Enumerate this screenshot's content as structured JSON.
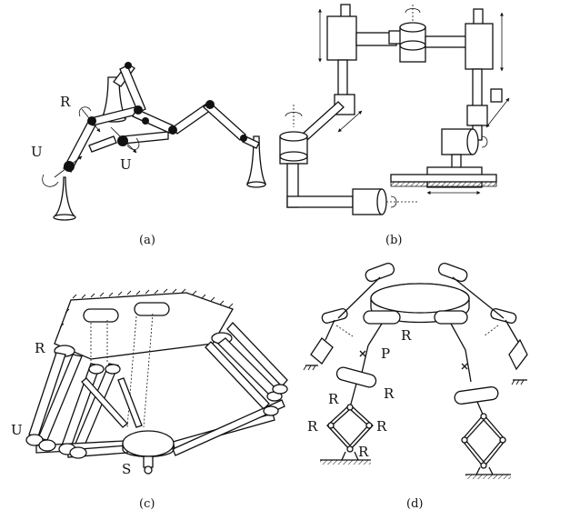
{
  "panels": {
    "a": {
      "caption": "(a)",
      "labels": {
        "r": "R",
        "u_left": "U",
        "u_bottom": "U"
      }
    },
    "b": {
      "caption": "(b)"
    },
    "c": {
      "caption": "(c)",
      "labels": {
        "r": "R",
        "u": "U",
        "s": "S"
      }
    },
    "d": {
      "caption": "(d)",
      "labels": {
        "r_top": "R",
        "p": "P",
        "r_left": "R",
        "r_right": "R",
        "r_mid_left": "R",
        "r_mid_right": "R",
        "r_bottom": "R"
      }
    }
  }
}
